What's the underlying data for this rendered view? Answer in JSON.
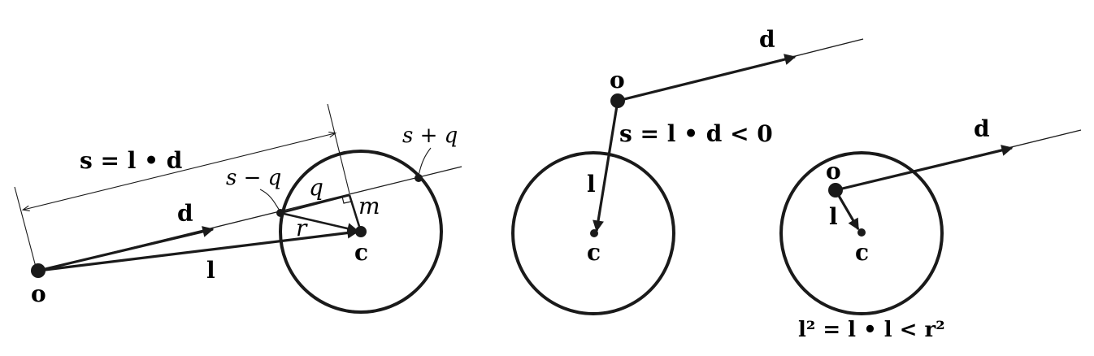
{
  "panel1": {
    "origin_label": "o",
    "center_label": "c",
    "dir_label": "d",
    "l_label": "l",
    "s_label": "s = l • d",
    "s_minus_q_label": "s − q",
    "s_plus_q_label": "s + q",
    "q_label": "q",
    "m_label": "m",
    "r_label": "r"
  },
  "panel2": {
    "origin_label": "o",
    "center_label": "c",
    "dir_label": "d",
    "l_label": "l",
    "condition_label": "s = l • d < 0"
  },
  "panel3": {
    "origin_label": "o",
    "center_label": "c",
    "dir_label": "d",
    "l_label": "l",
    "condition_label": "l² = l • l < r²"
  }
}
